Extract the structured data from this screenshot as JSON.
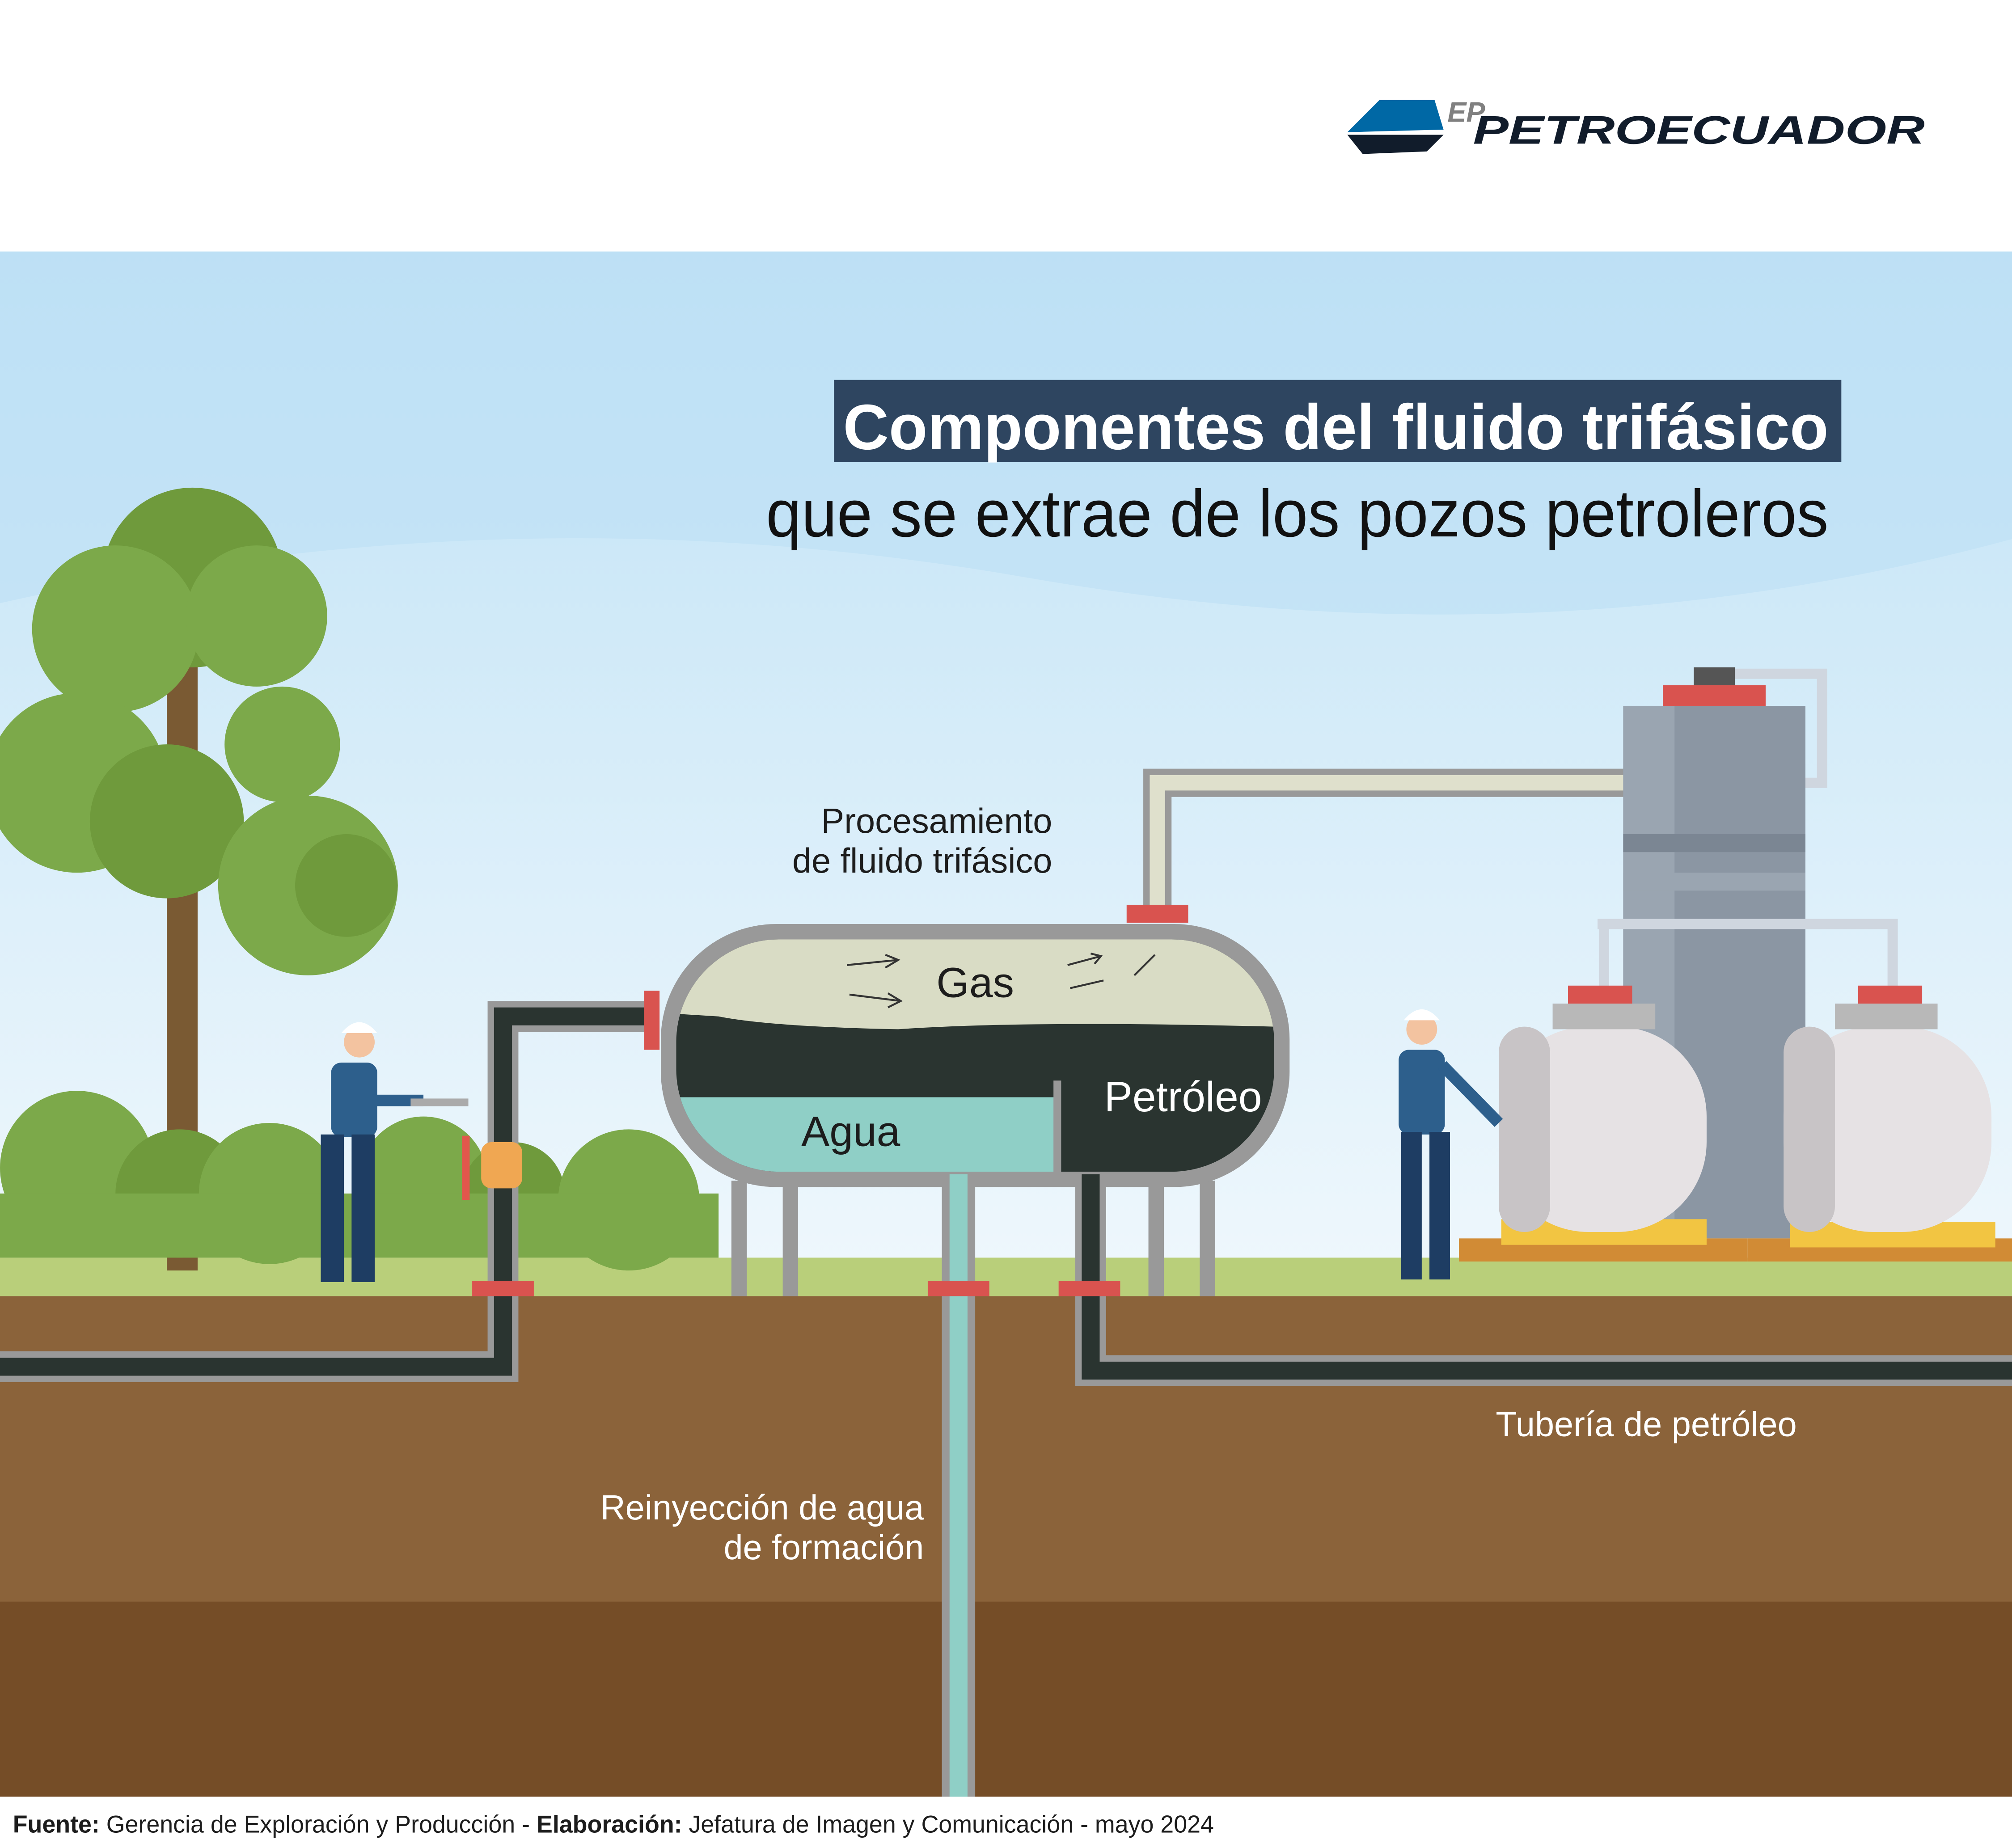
{
  "logo": {
    "prefix": "EP",
    "name": "PETROECUADOR"
  },
  "title": {
    "line1": "Componentes del fluido trifásico",
    "line2": "que se extrae de los pozos petroleros"
  },
  "labels": {
    "processing_line1": "Procesamiento",
    "processing_line2": "de fluido trifásico",
    "gas": "Gas",
    "oil": "Petróleo",
    "water": "Agua",
    "oil_pipeline": "Tubería de petróleo",
    "reinjection_line1": "Reinyección de agua",
    "reinjection_line2": "de formación"
  },
  "footer": {
    "source_label": "Fuente:",
    "source_text": " Gerencia de Exploración y Producción - ",
    "made_label": "Elaboración:",
    "made_text": " Jefatura de Imagen y Comunicación - mayo 2024"
  },
  "colors": {
    "title_bg": "#2e4560",
    "gas": "#d9dcc5",
    "oil": "#2a3430",
    "water": "#8fcfc6",
    "soil": "#8b633a",
    "deep_soil": "#754d27",
    "valve": "#d9534f"
  }
}
